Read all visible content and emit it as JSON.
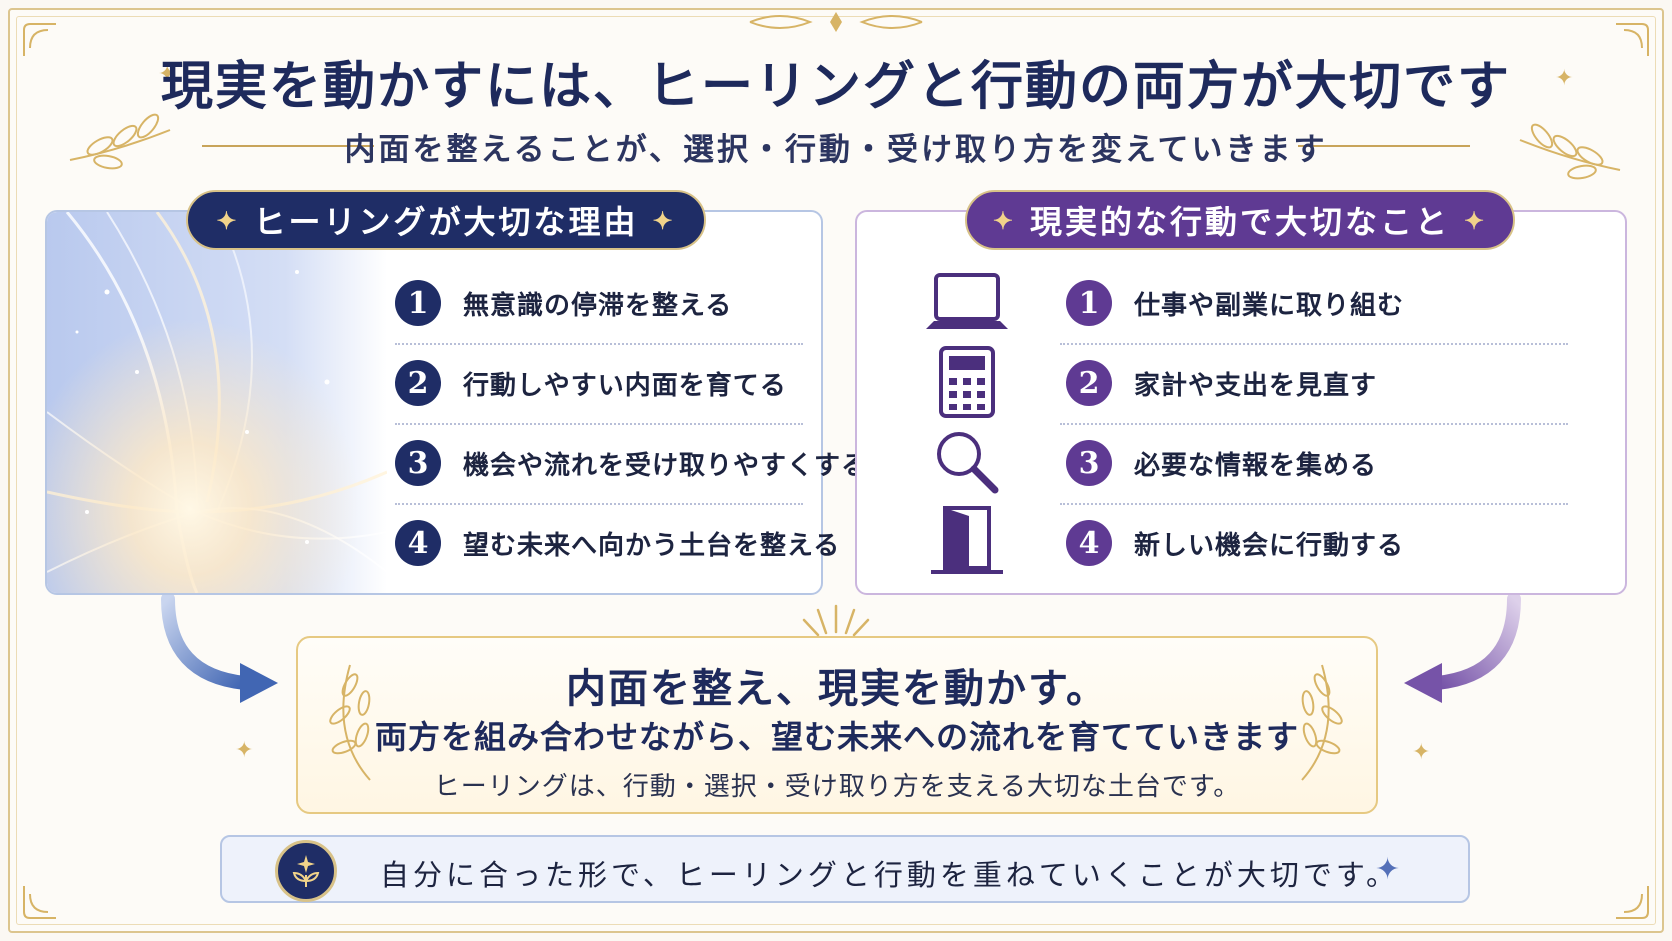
{
  "title": "現実を動かすには、ヒーリングと行動の両方が大切です",
  "subtitle": "内面を整えることが、選択・行動・受け取り方を変えていきます",
  "left_panel": {
    "header": "ヒーリングが大切な理由",
    "items": [
      {
        "num": "1",
        "text": "無意識の停滞を整える"
      },
      {
        "num": "2",
        "text": "行動しやすい内面を育てる"
      },
      {
        "num": "3",
        "text": "機会や流れを受け取りやすくする"
      },
      {
        "num": "4",
        "text": "望む未来へ向かう土台を整える"
      }
    ]
  },
  "right_panel": {
    "header": "現実的な行動で大切なこと",
    "items": [
      {
        "num": "1",
        "text": "仕事や副業に取り組む",
        "icon": "laptop-icon"
      },
      {
        "num": "2",
        "text": "家計や支出を見直す",
        "icon": "calculator-icon"
      },
      {
        "num": "3",
        "text": "必要な情報を集める",
        "icon": "magnifier-icon"
      },
      {
        "num": "4",
        "text": "新しい機会に行動する",
        "icon": "door-icon"
      }
    ]
  },
  "center": {
    "title": "内面を整え、現実を動かす。",
    "sub": "両方を組み合わせながら、望む未来への流れを育てていきます",
    "note": "ヒーリングは、行動・選択・受け取り方を支える大切な土台です。"
  },
  "bottom": {
    "text": "自分に合った形で、ヒーリングと行動を重ねていくことが大切です。",
    "icon": "sprout-star-icon"
  },
  "colors": {
    "navy": "#1f2d66",
    "purple": "#5f3a93",
    "gold": "#d7b466"
  }
}
